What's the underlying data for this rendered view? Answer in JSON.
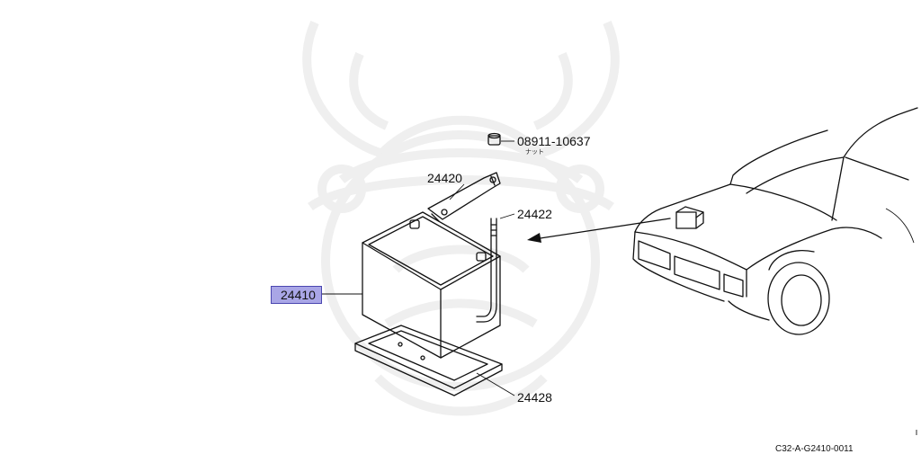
{
  "parts": [
    {
      "id": "nut",
      "number": "08911-10637",
      "note": "ナット"
    },
    {
      "id": "clamp",
      "number": "24420"
    },
    {
      "id": "rod",
      "number": "24422"
    },
    {
      "id": "battery",
      "number": "24410",
      "highlighted": true
    },
    {
      "id": "tray",
      "number": "24428"
    }
  ],
  "diagram_code": "C32-A-G2410-0011",
  "colors": {
    "highlight": "#a9a6e6",
    "highlight_border": "#4a46b0",
    "line": "#111111",
    "watermark": "#efefef"
  },
  "icons": [
    "samurai-helmet-watermark-icon"
  ]
}
